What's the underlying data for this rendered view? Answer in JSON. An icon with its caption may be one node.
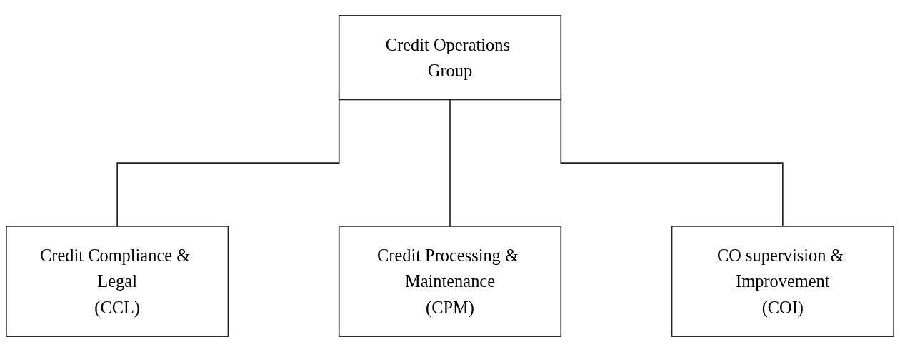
{
  "diagram": {
    "nodes": [
      {
        "text": [
          "Credit Operations Group"
        ]
      },
      {
        "text": [
          "Credit Compliance & Legal",
          "(CCL)"
        ]
      },
      {
        "text": [
          "Credit Processing & Maintenance",
          "(CPM)"
        ]
      },
      {
        "text": [
          "CO supervision & Improvement",
          "(COI)"
        ]
      }
    ],
    "edges": [
      {
        "from": 0,
        "to": 1,
        "arrow": "none"
      },
      {
        "from": 0,
        "to": 2,
        "arrow": "none"
      },
      {
        "from": 0,
        "to": 3,
        "arrow": "none"
      }
    ]
  }
}
